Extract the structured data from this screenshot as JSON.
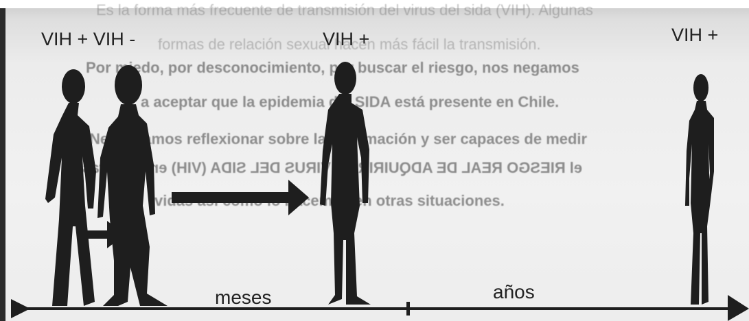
{
  "labels": {
    "pair": "VIH + VIH -",
    "middle": "VIH +",
    "right": "VIH +"
  },
  "timeline": {
    "segment_1": "meses",
    "segment_2": "años"
  },
  "background_text": [
    "Es la forma más frecuente de transmisión del virus del sida (VIH). Algunas",
    "formas de relación sexual hacen más fácil la transmisión.",
    "Por miedo, por desconocimiento, por buscar el riesgo, nos negamos",
    "a aceptar que la epidemia del SIDA está presente en Chile.",
    "Necesitamos reflexionar sobre la información y ser capaces de medir",
    "el RIESGO REAL DE ADQUIRIR EL VIRUS DEL SIDA (VIH) en nuestras",
    "vidas así como lo hacemos en otras situaciones."
  ],
  "colors": {
    "silhouette": "#1e1e1e",
    "label_text": "#222222",
    "paper": "#efefef"
  }
}
